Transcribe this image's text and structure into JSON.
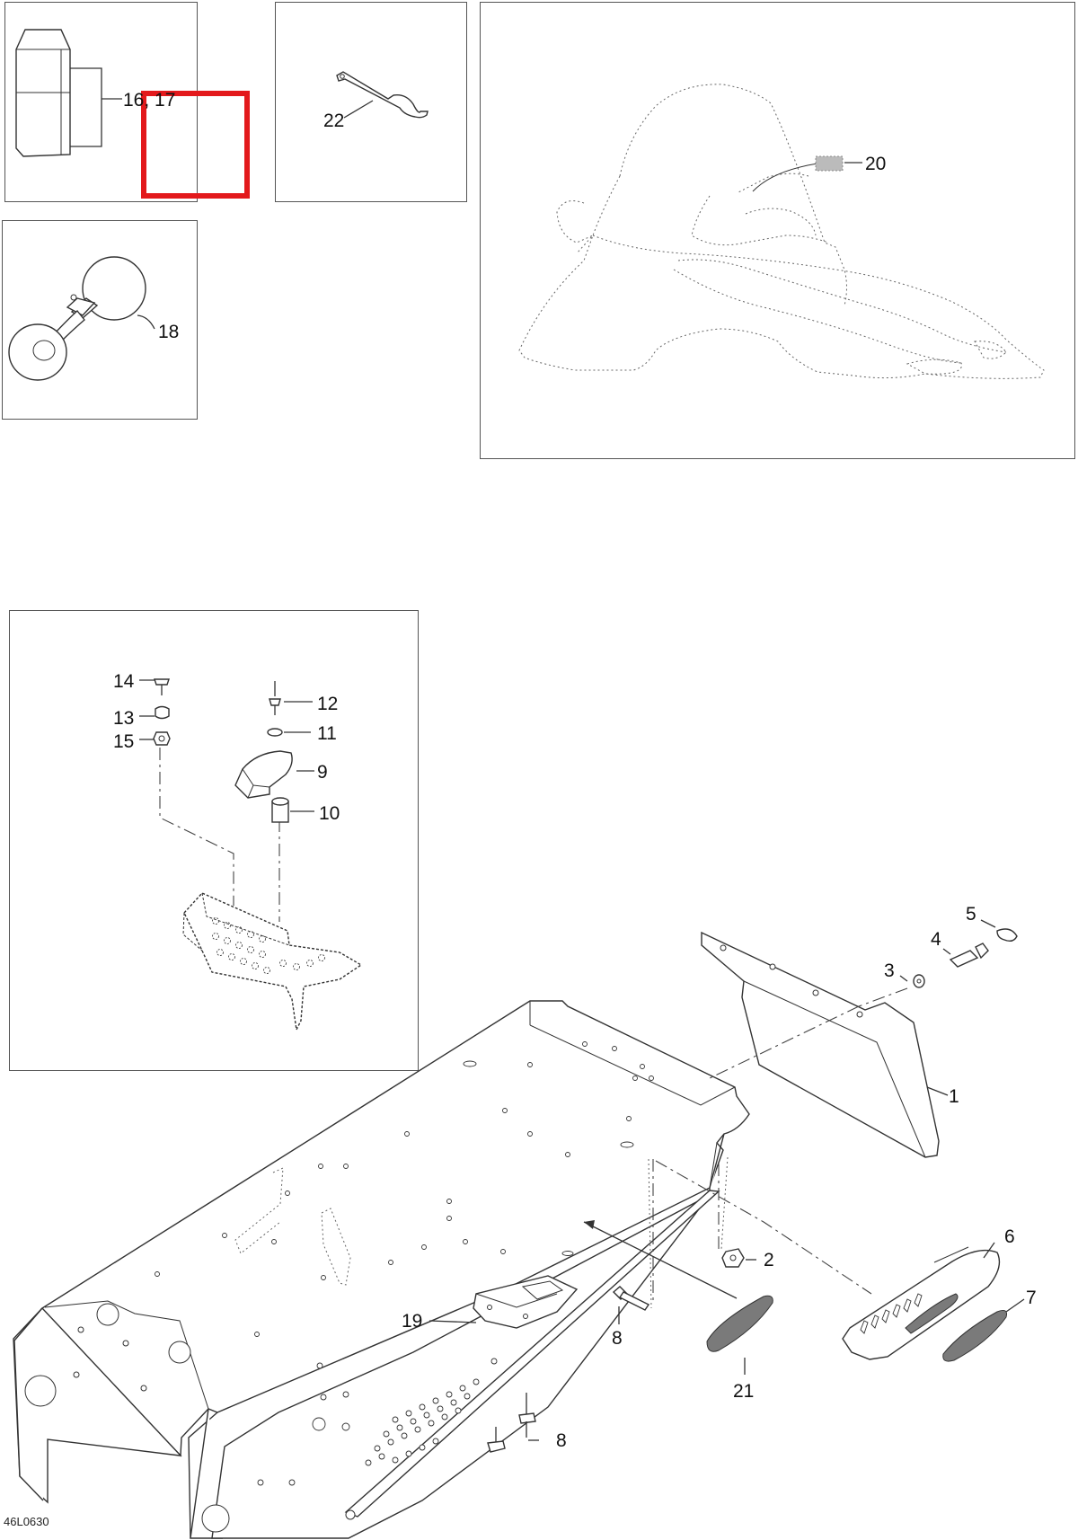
{
  "diagram": {
    "drawing_code": "46L0630",
    "labels": {
      "l1": "1",
      "l2": "2",
      "l3": "3",
      "l4": "4",
      "l5": "5",
      "l6": "6",
      "l7": "7",
      "l8a": "8",
      "l8b": "8",
      "l9": "9",
      "l10": "10",
      "l11": "11",
      "l12": "12",
      "l13": "13",
      "l14": "14",
      "l15": "15",
      "l16_17": "16, 17",
      "l18": "18",
      "l19": "19",
      "l20": "20",
      "l21": "21",
      "l22": "22"
    },
    "highlight_color": "#e3191c"
  }
}
